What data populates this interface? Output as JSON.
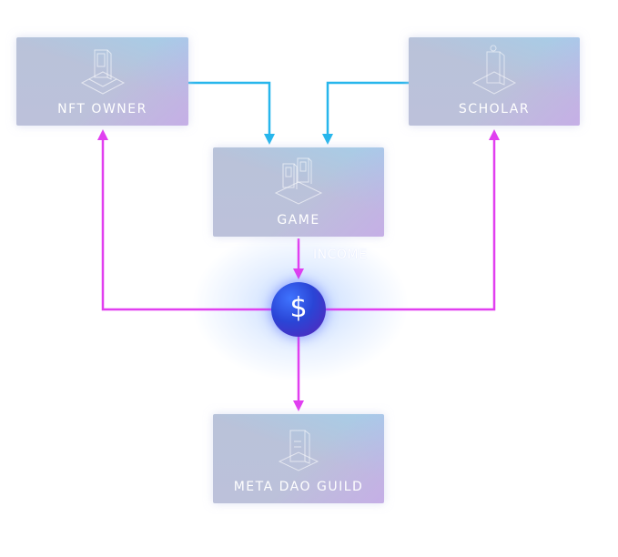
{
  "nodes": {
    "nft_owner": {
      "label": "NFT OWNER"
    },
    "scholar": {
      "label": "SCHOLAR"
    },
    "game": {
      "label": "GAME"
    },
    "guild": {
      "label": "META DAO GUILD"
    }
  },
  "edges": {
    "income_label": "INCOME",
    "hub_symbol": "$"
  },
  "colors": {
    "blue_arrow": "#27b6ec",
    "magenta_arrow": "#e13ff0",
    "node_bg": "#bcc3da",
    "coin_blue": "#2a45d6",
    "coin_purple": "#5a22b8"
  }
}
